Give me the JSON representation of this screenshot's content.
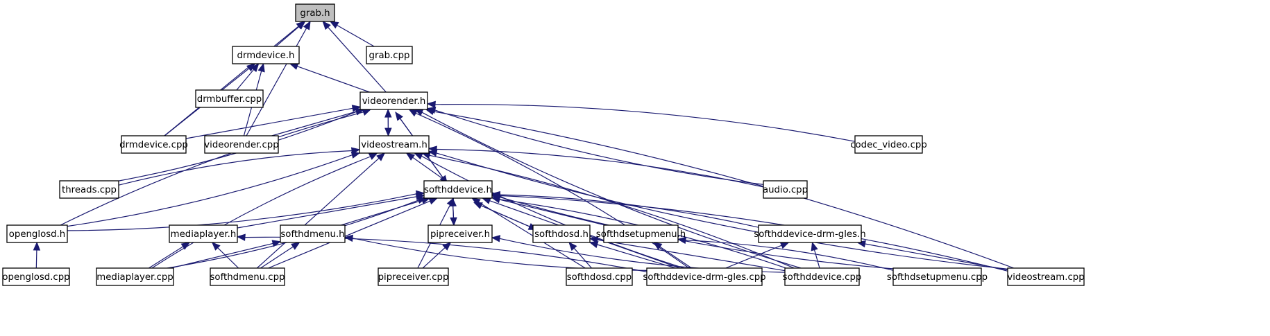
{
  "title": "grab.h include dependency graph",
  "colors": {
    "edge": "#191970",
    "node_border": "#000000",
    "root_fill": "#bfbfbf",
    "node_fill": "#ffffff"
  },
  "nodes": [
    {
      "id": "grab_h",
      "label": "grab.h",
      "root": true
    },
    {
      "id": "drmdevice_h",
      "label": "drmdevice.h"
    },
    {
      "id": "grab_cpp",
      "label": "grab.cpp"
    },
    {
      "id": "drmbuffer_cpp",
      "label": "drmbuffer.cpp"
    },
    {
      "id": "videorender_h",
      "label": "videorender.h"
    },
    {
      "id": "drmdevice_cpp",
      "label": "drmdevice.cpp"
    },
    {
      "id": "videorender_cpp",
      "label": "videorender.cpp"
    },
    {
      "id": "codec_video_cpp",
      "label": "codec_video.cpp"
    },
    {
      "id": "videostream_h",
      "label": "videostream.h"
    },
    {
      "id": "threads_cpp",
      "label": "threads.cpp"
    },
    {
      "id": "audio_cpp",
      "label": "audio.cpp"
    },
    {
      "id": "softhddevice_h",
      "label": "softhddevice.h"
    },
    {
      "id": "openglosd_h",
      "label": "openglosd.h"
    },
    {
      "id": "mediaplayer_h",
      "label": "mediaplayer.h"
    },
    {
      "id": "softhdmenu_h",
      "label": "softhdmenu.h"
    },
    {
      "id": "pipreceiver_h",
      "label": "pipreceiver.h"
    },
    {
      "id": "softhdosd_h",
      "label": "softhdosd.h"
    },
    {
      "id": "softhdsetupmenu_h",
      "label": "softhdsetupmenu.h"
    },
    {
      "id": "softhddevice_drm_gles_h",
      "label": "softhddevice-drm-gles.h"
    },
    {
      "id": "openglosd_cpp",
      "label": "openglosd.cpp"
    },
    {
      "id": "mediaplayer_cpp",
      "label": "mediaplayer.cpp"
    },
    {
      "id": "softhdmenu_cpp",
      "label": "softhdmenu.cpp"
    },
    {
      "id": "pipreceiver_cpp",
      "label": "pipreceiver.cpp"
    },
    {
      "id": "softhdosd_cpp",
      "label": "softhdosd.cpp"
    },
    {
      "id": "softhddevice_drm_gles_cpp",
      "label": "softhddevice-drm-gles.cpp"
    },
    {
      "id": "softhddevice_cpp",
      "label": "softhddevice.cpp"
    },
    {
      "id": "softhdsetupmenu_cpp",
      "label": "softhdsetupmenu.cpp"
    },
    {
      "id": "videostream_cpp",
      "label": "videostream.cpp"
    }
  ],
  "edges": [
    {
      "from": "drmdevice_h",
      "to": "grab_h"
    },
    {
      "from": "grab_cpp",
      "to": "grab_h"
    },
    {
      "from": "drmdevice_cpp",
      "to": "grab_h"
    },
    {
      "from": "videorender_cpp",
      "to": "grab_h"
    },
    {
      "from": "videorender_h",
      "to": "grab_h"
    },
    {
      "from": "drmbuffer_cpp",
      "to": "drmdevice_h"
    },
    {
      "from": "drmdevice_cpp",
      "to": "drmdevice_h"
    },
    {
      "from": "videorender_cpp",
      "to": "drmdevice_h"
    },
    {
      "from": "videorender_h",
      "to": "drmdevice_h"
    },
    {
      "from": "drmdevice_cpp",
      "to": "videorender_h"
    },
    {
      "from": "videorender_cpp",
      "to": "videorender_h"
    },
    {
      "from": "threads_cpp",
      "to": "videorender_h"
    },
    {
      "from": "openglosd_h",
      "to": "videorender_h"
    },
    {
      "from": "videostream_h",
      "to": "videorender_h"
    },
    {
      "from": "videorender_h",
      "to": "videostream_h"
    },
    {
      "from": "softhddevice_h",
      "to": "videorender_h"
    },
    {
      "from": "videorender_h",
      "to": "softhddevice_h"
    },
    {
      "from": "codec_video_cpp",
      "to": "videorender_h"
    },
    {
      "from": "audio_cpp",
      "to": "videorender_h"
    },
    {
      "from": "softhddevice_drm_gles_cpp",
      "to": "videorender_h"
    },
    {
      "from": "softhddevice_cpp",
      "to": "videorender_h"
    },
    {
      "from": "videostream_cpp",
      "to": "videorender_h"
    },
    {
      "from": "threads_cpp",
      "to": "videostream_h"
    },
    {
      "from": "openglosd_h",
      "to": "videostream_h"
    },
    {
      "from": "mediaplayer_cpp",
      "to": "videostream_h"
    },
    {
      "from": "softhdmenu_cpp",
      "to": "videostream_h"
    },
    {
      "from": "softhddevice_h",
      "to": "videostream_h"
    },
    {
      "from": "audio_cpp",
      "to": "videostream_h"
    },
    {
      "from": "softhddevice_drm_gles_cpp",
      "to": "videostream_h"
    },
    {
      "from": "softhddevice_cpp",
      "to": "videostream_h"
    },
    {
      "from": "videostream_cpp",
      "to": "videostream_h"
    },
    {
      "from": "openglosd_h",
      "to": "softhddevice_h"
    },
    {
      "from": "mediaplayer_h",
      "to": "softhddevice_h"
    },
    {
      "from": "mediaplayer_cpp",
      "to": "softhddevice_h"
    },
    {
      "from": "softhdmenu_h",
      "to": "softhddevice_h"
    },
    {
      "from": "softhdmenu_cpp",
      "to": "softhddevice_h"
    },
    {
      "from": "pipreceiver_h",
      "to": "softhddevice_h"
    },
    {
      "from": "softhddevice_h",
      "to": "pipreceiver_h"
    },
    {
      "from": "pipreceiver_cpp",
      "to": "softhddevice_h"
    },
    {
      "from": "softhdosd_h",
      "to": "softhddevice_h"
    },
    {
      "from": "softhddevice_h",
      "to": "softhdosd_h"
    },
    {
      "from": "softhdosd_cpp",
      "to": "softhddevice_h"
    },
    {
      "from": "softhdsetupmenu_h",
      "to": "softhddevice_h"
    },
    {
      "from": "softhddevice_drm_gles_h",
      "to": "softhddevice_h"
    },
    {
      "from": "softhddevice_drm_gles_cpp",
      "to": "softhddevice_h"
    },
    {
      "from": "softhddevice_cpp",
      "to": "softhddevice_h"
    },
    {
      "from": "softhdsetupmenu_cpp",
      "to": "softhddevice_h"
    },
    {
      "from": "videostream_cpp",
      "to": "softhddevice_h"
    },
    {
      "from": "openglosd_cpp",
      "to": "openglosd_h"
    },
    {
      "from": "mediaplayer_cpp",
      "to": "mediaplayer_h"
    },
    {
      "from": "softhdmenu_cpp",
      "to": "mediaplayer_h"
    },
    {
      "from": "softhddevice_drm_gles_cpp",
      "to": "mediaplayer_h"
    },
    {
      "from": "mediaplayer_cpp",
      "to": "softhdmenu_h"
    },
    {
      "from": "softhdmenu_cpp",
      "to": "softhdmenu_h"
    },
    {
      "from": "softhddevice_drm_gles_cpp",
      "to": "softhdmenu_h"
    },
    {
      "from": "pipreceiver_cpp",
      "to": "pipreceiver_h"
    },
    {
      "from": "softhddevice_cpp",
      "to": "pipreceiver_h"
    },
    {
      "from": "softhdosd_cpp",
      "to": "softhdosd_h"
    },
    {
      "from": "softhddevice_drm_gles_cpp",
      "to": "softhdosd_h"
    },
    {
      "from": "softhddevice_cpp",
      "to": "softhdosd_h"
    },
    {
      "from": "softhddevice_drm_gles_cpp",
      "to": "softhdsetupmenu_h"
    },
    {
      "from": "softhdsetupmenu_cpp",
      "to": "softhdsetupmenu_h"
    },
    {
      "from": "softhddevice_drm_gles_cpp",
      "to": "softhddevice_drm_gles_h"
    },
    {
      "from": "softhddevice_cpp",
      "to": "softhddevice_drm_gles_h"
    },
    {
      "from": "videostream_cpp",
      "to": "softhddevice_drm_gles_h"
    }
  ]
}
